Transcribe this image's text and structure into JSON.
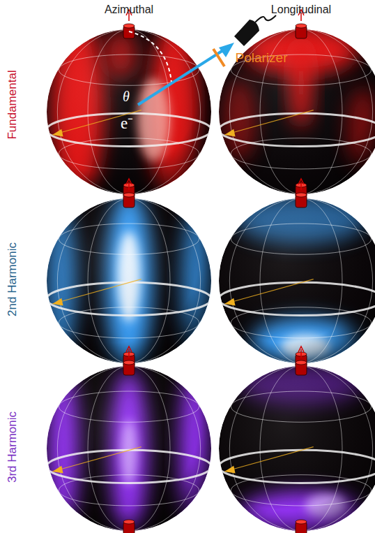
{
  "diagram": {
    "labels": [
      "Azimuthal",
      "Longitudinal",
      "Fundamental",
      "2nd Harmonic",
      "3rd Harmonic",
      "θ",
      "e⁻",
      "Polarizer"
    ]
  }
}
